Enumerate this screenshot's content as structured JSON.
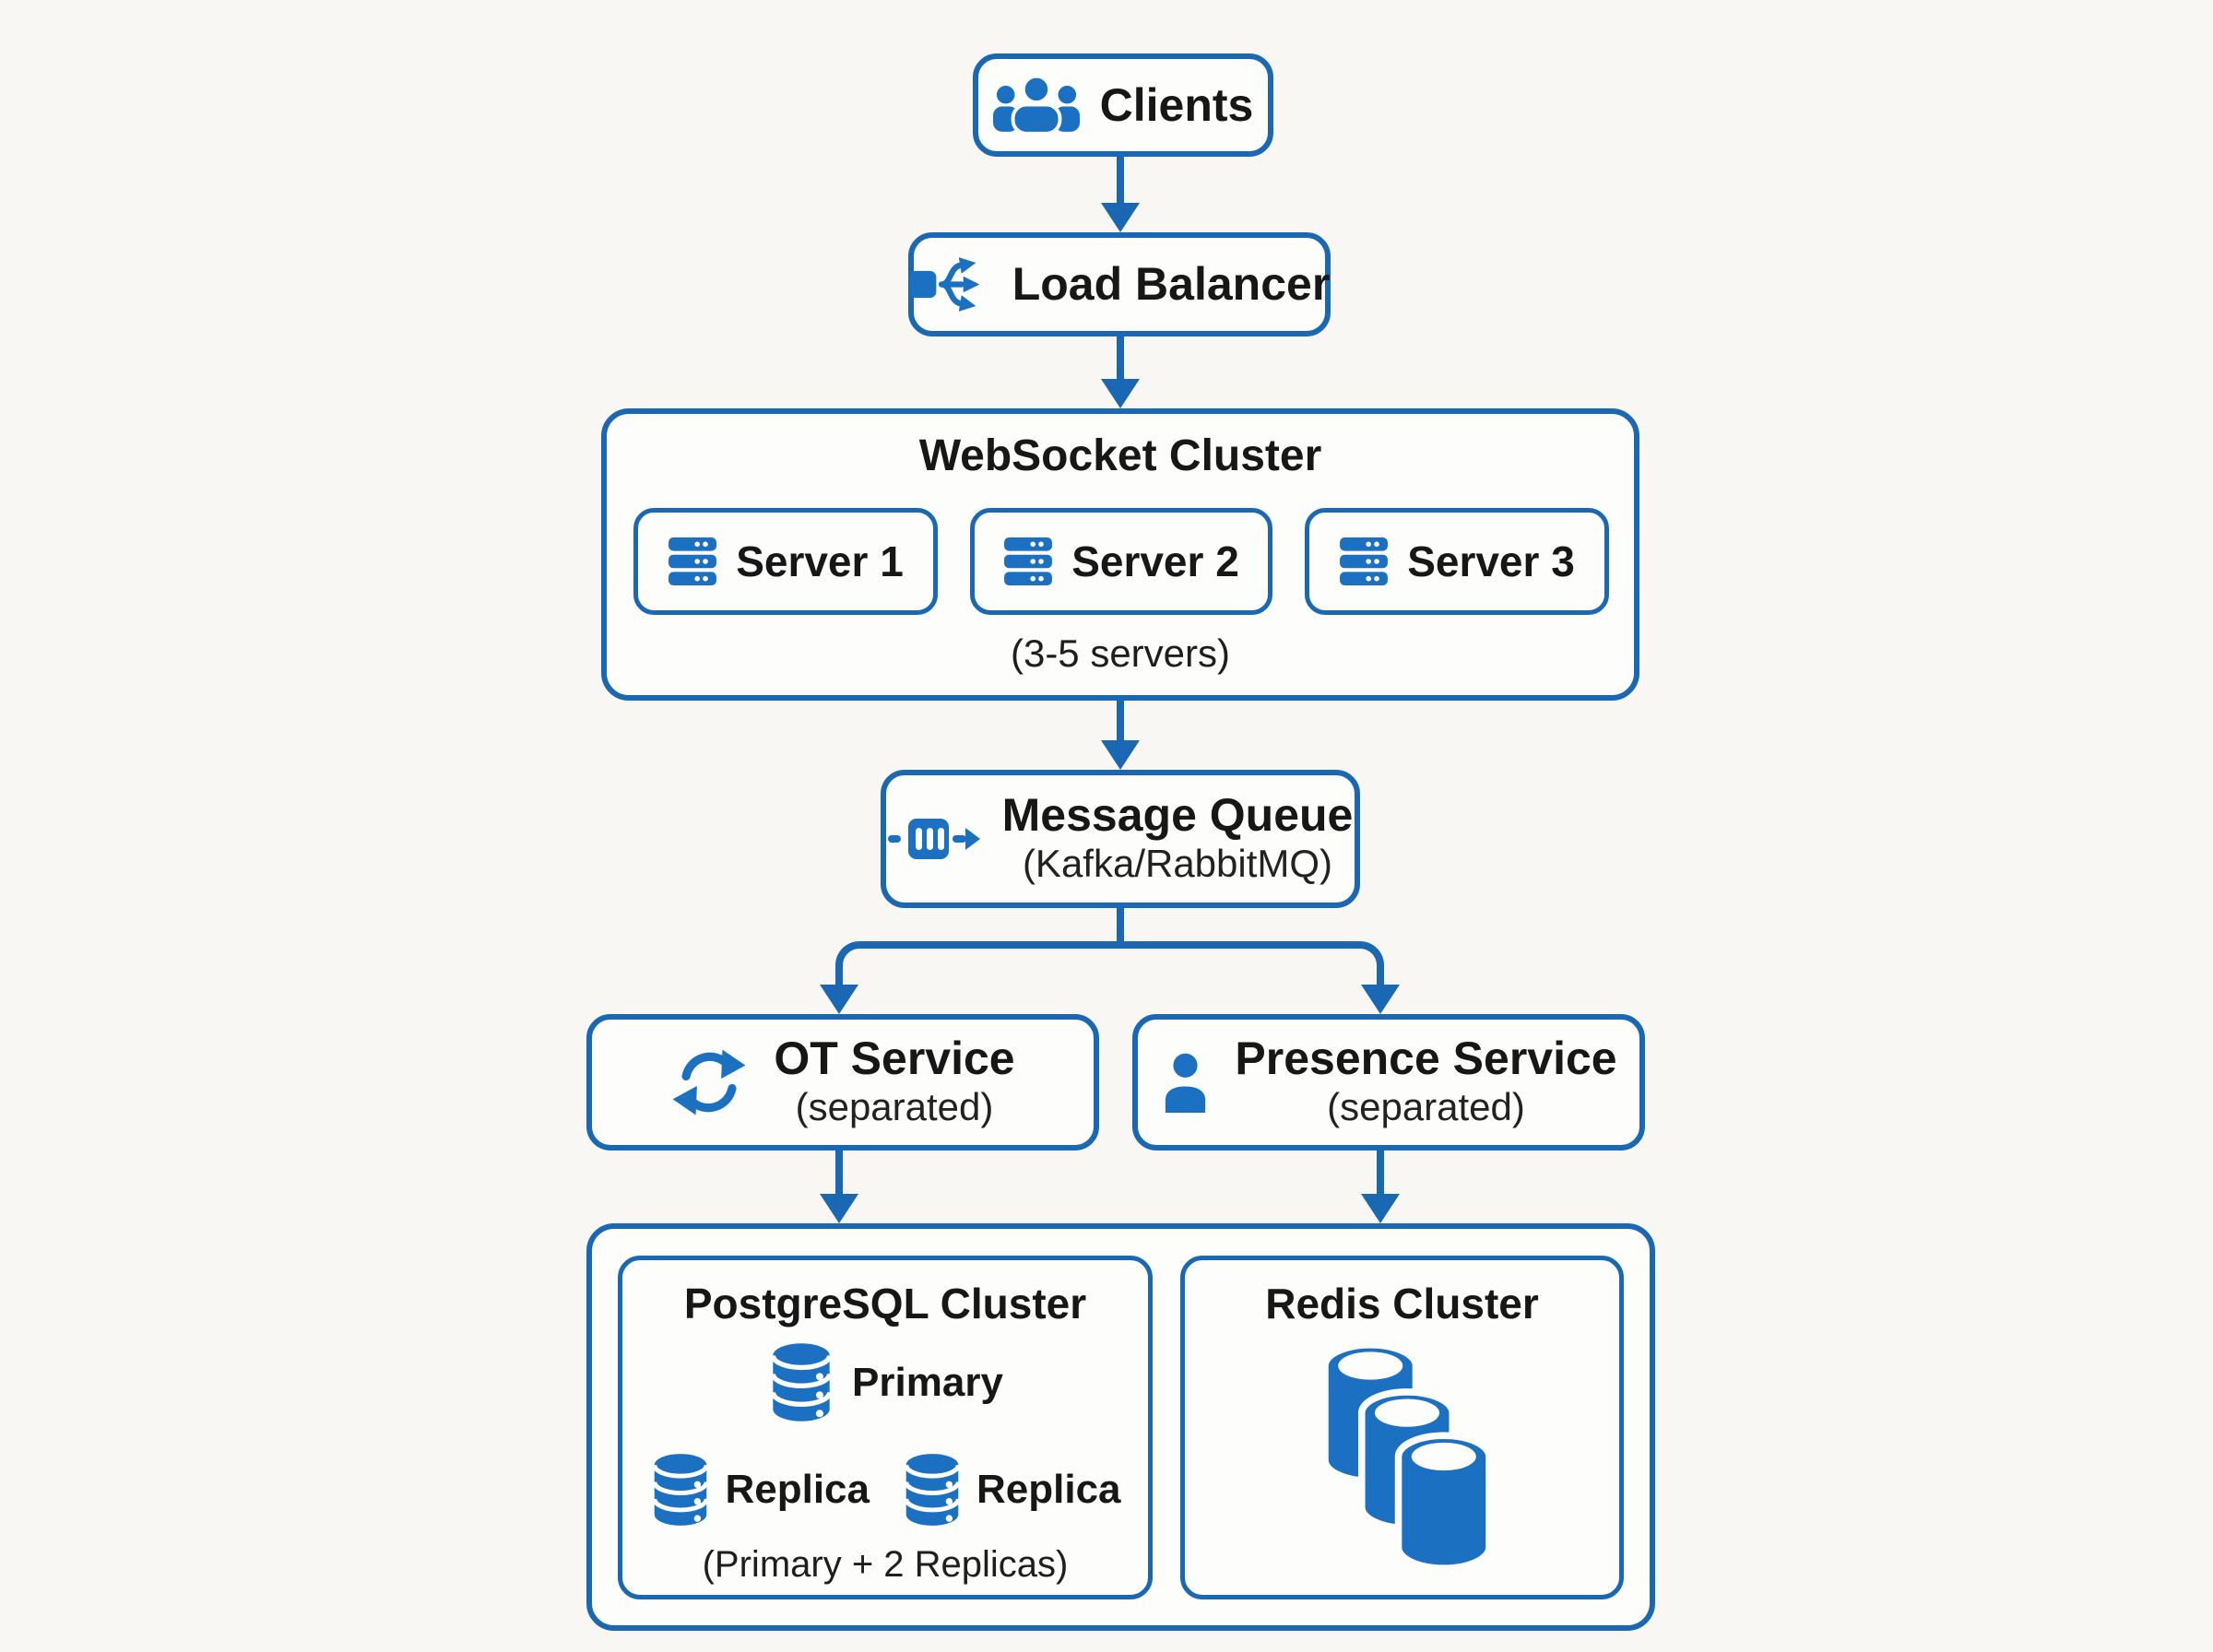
{
  "colors": {
    "accent_blue": "#1a68b4",
    "icon_blue": "#1c70c2",
    "text": "#171717",
    "background": "#f9f7f4",
    "box_background": "#fdfdfb"
  },
  "nodes": {
    "clients": {
      "label": "Clients",
      "icon": "users-icon"
    },
    "load_balancer": {
      "label": "Load Balancer",
      "icon": "load-balancer-icon"
    },
    "websocket_cluster": {
      "title": "WebSocket Cluster",
      "servers": [
        {
          "label": "Server 1"
        },
        {
          "label": "Server 2"
        },
        {
          "label": "Server 3"
        }
      ],
      "caption": "(3-5 servers)",
      "icon": "server-icon"
    },
    "message_queue": {
      "label": "Message Queue",
      "sublabel": "(Kafka/RabbitMQ)",
      "icon": "queue-icon"
    },
    "ot_service": {
      "label": "OT Service",
      "sublabel": "(separated)",
      "icon": "sync-icon"
    },
    "presence_service": {
      "label": "Presence Service",
      "sublabel": "(separated)",
      "icon": "person-icon"
    },
    "postgresql_cluster": {
      "title": "PostgreSQL Cluster",
      "primary_label": "Primary",
      "replicas": [
        "Replica",
        "Replica"
      ],
      "caption": "(Primary + 2 Replicas)",
      "icon": "database-icon"
    },
    "redis_cluster": {
      "title": "Redis Cluster",
      "icon": "redis-cylinders-icon"
    }
  }
}
